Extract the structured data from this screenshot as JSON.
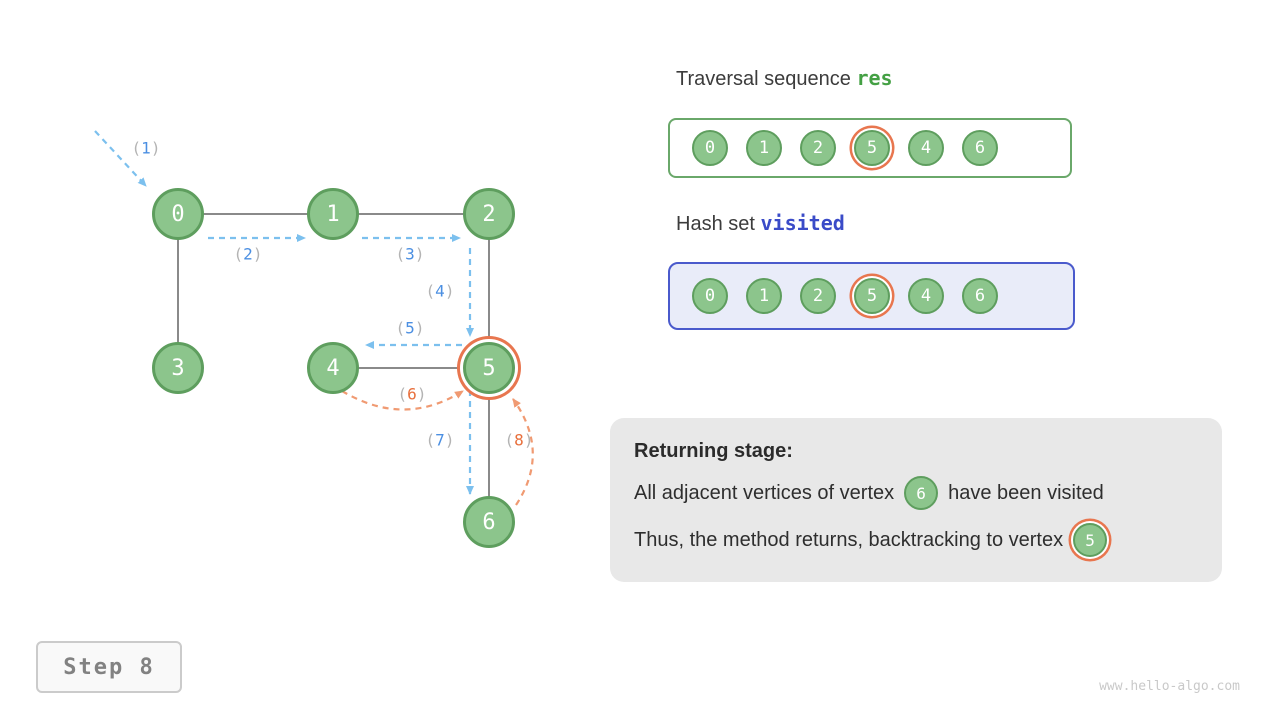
{
  "colors": {
    "vertex_green": "#8CC58C",
    "vertex_border_green": "#5E9E5E",
    "highlight_orange": "#E8764F",
    "arrow_blue": "#7CC0EE",
    "arrow_orange": "#F09A72",
    "step_num_blue": "#4B8FE2",
    "step_num_orange": "#E8703D",
    "paren_gray": "#B4B4B4",
    "edge_gray": "#8A8A8A",
    "res_border_green": "#6AA86A",
    "res_code_green": "#44A044",
    "visited_border_blue": "#4A5ACC",
    "visited_bg": "#E9ECF9",
    "info_box_bg": "#E8E8E8"
  },
  "graph": {
    "vertices": [
      {
        "label": "0",
        "highlighted": false
      },
      {
        "label": "1",
        "highlighted": false
      },
      {
        "label": "2",
        "highlighted": false
      },
      {
        "label": "3",
        "highlighted": false
      },
      {
        "label": "4",
        "highlighted": false
      },
      {
        "label": "5",
        "highlighted": true
      },
      {
        "label": "6",
        "highlighted": false
      }
    ],
    "steps": [
      {
        "open": "(",
        "num": "1",
        "close": ")",
        "color": "blue"
      },
      {
        "open": "(",
        "num": "2",
        "close": ")",
        "color": "blue"
      },
      {
        "open": "(",
        "num": "3",
        "close": ")",
        "color": "blue"
      },
      {
        "open": "(",
        "num": "4",
        "close": ")",
        "color": "blue"
      },
      {
        "open": "(",
        "num": "5",
        "close": ")",
        "color": "blue"
      },
      {
        "open": "(",
        "num": "6",
        "close": ")",
        "color": "orange"
      },
      {
        "open": "(",
        "num": "7",
        "close": ")",
        "color": "blue"
      },
      {
        "open": "(",
        "num": "8",
        "close": ")",
        "color": "orange"
      }
    ]
  },
  "res_panel": {
    "title": "Traversal sequence",
    "code": "res",
    "items": [
      {
        "label": "0",
        "highlighted": false
      },
      {
        "label": "1",
        "highlighted": false
      },
      {
        "label": "2",
        "highlighted": false
      },
      {
        "label": "5",
        "highlighted": true
      },
      {
        "label": "4",
        "highlighted": false
      },
      {
        "label": "6",
        "highlighted": false
      }
    ]
  },
  "visited_panel": {
    "title": "Hash set",
    "code": "visited",
    "items": [
      {
        "label": "0",
        "highlighted": false
      },
      {
        "label": "1",
        "highlighted": false
      },
      {
        "label": "2",
        "highlighted": false
      },
      {
        "label": "5",
        "highlighted": true
      },
      {
        "label": "4",
        "highlighted": false
      },
      {
        "label": "6",
        "highlighted": false
      }
    ]
  },
  "info_box": {
    "heading": "Returning stage:",
    "line1_prefix": "All adjacent vertices of vertex",
    "line1_vertex": "6",
    "line1_suffix": "have been visited",
    "line2_prefix": "Thus, the method returns, backtracking to vertex",
    "line2_vertex": "5"
  },
  "step_badge": {
    "label": "Step 8"
  },
  "watermark": {
    "text": "www.hello-algo.com"
  }
}
